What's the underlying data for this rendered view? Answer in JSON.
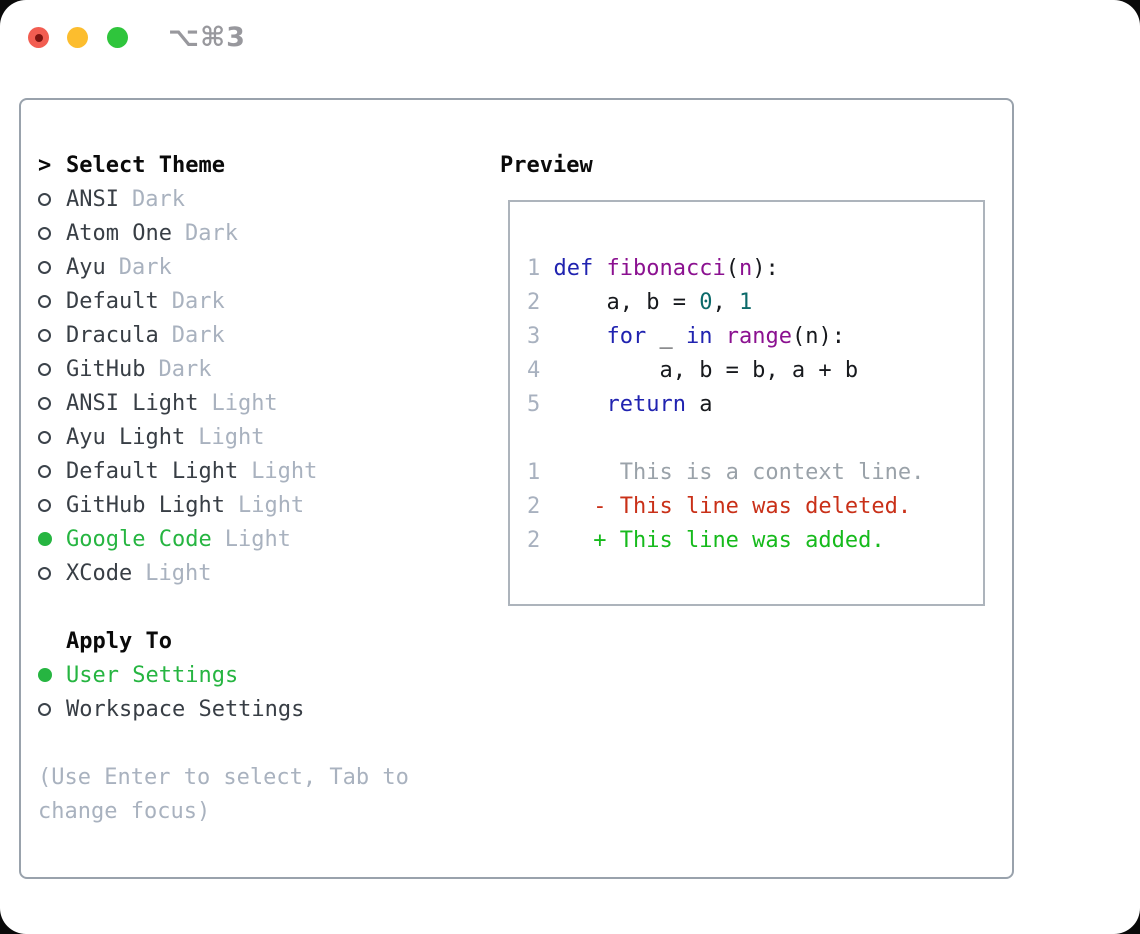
{
  "window": {
    "titlebar": {
      "shortcut": "⌥⌘3"
    }
  },
  "theme_panel": {
    "header": {
      "prompt": ">",
      "label": "Select Theme"
    },
    "themes": [
      {
        "name": "ANSI",
        "variant": "Dark",
        "selected": false
      },
      {
        "name": "Atom One",
        "variant": "Dark",
        "selected": false
      },
      {
        "name": "Ayu",
        "variant": "Dark",
        "selected": false
      },
      {
        "name": "Default",
        "variant": "Dark",
        "selected": false
      },
      {
        "name": "Dracula",
        "variant": "Dark",
        "selected": false
      },
      {
        "name": "GitHub",
        "variant": "Dark",
        "selected": false
      },
      {
        "name": "ANSI Light",
        "variant": "Light",
        "selected": false
      },
      {
        "name": "Ayu Light",
        "variant": "Light",
        "selected": false
      },
      {
        "name": "Default Light",
        "variant": "Light",
        "selected": false
      },
      {
        "name": "GitHub Light",
        "variant": "Light",
        "selected": false
      },
      {
        "name": "Google Code",
        "variant": "Light",
        "selected": true
      },
      {
        "name": "XCode",
        "variant": "Light",
        "selected": false
      }
    ],
    "apply_to": {
      "label": "Apply To",
      "options": [
        {
          "name": "User Settings",
          "selected": true
        },
        {
          "name": "Workspace Settings",
          "selected": false
        }
      ]
    },
    "hint_lines": [
      "(Use Enter to select, Tab to",
      "change focus)"
    ]
  },
  "preview": {
    "label": "Preview",
    "lines": [
      [
        [
          "num",
          "1 "
        ],
        [
          "kw",
          "def"
        ],
        [
          "pl",
          " "
        ],
        [
          "fn",
          "fibonacci"
        ],
        [
          "pl",
          "("
        ],
        [
          "fn",
          "n"
        ],
        [
          "pl",
          "):"
        ]
      ],
      [
        [
          "num",
          "2 "
        ],
        [
          "pl",
          "    a, b = "
        ],
        [
          "lit",
          "0"
        ],
        [
          "pl",
          ", "
        ],
        [
          "lit",
          "1"
        ]
      ],
      [
        [
          "num",
          "3 "
        ],
        [
          "pl",
          "    "
        ],
        [
          "kw",
          "for"
        ],
        [
          "pl",
          " _ "
        ],
        [
          "kw",
          "in"
        ],
        [
          "pl",
          " "
        ],
        [
          "fn",
          "range"
        ],
        [
          "pl",
          "(n):"
        ]
      ],
      [
        [
          "num",
          "4 "
        ],
        [
          "pl",
          "        a, b = b, a + b"
        ]
      ],
      [
        [
          "num",
          "5 "
        ],
        [
          "pl",
          "    "
        ],
        [
          "kw",
          "return"
        ],
        [
          "pl",
          " a"
        ]
      ],
      [],
      [
        [
          "num",
          "1"
        ],
        [
          "ctx",
          "      This is a context line."
        ]
      ],
      [
        [
          "num",
          "2"
        ],
        [
          "pl",
          "    "
        ],
        [
          "del",
          "- This line was deleted."
        ]
      ],
      [
        [
          "num",
          "2"
        ],
        [
          "pl",
          "    "
        ],
        [
          "add",
          "+ This line was added."
        ]
      ]
    ]
  },
  "colors": {
    "accent_green": "#26b541",
    "diff_added": "#16ba1c",
    "diff_removed": "#c93018",
    "keyword_blue": "#2023b0",
    "function_purple": "#8b1190",
    "literal_teal": "#0c6a6a",
    "muted_gray": "#a9b2bf",
    "panel_border": "#99a2ac",
    "close_red": "#f25d51",
    "minimize_yellow": "#fcbd2e",
    "zoom_green": "#2fc53c"
  }
}
